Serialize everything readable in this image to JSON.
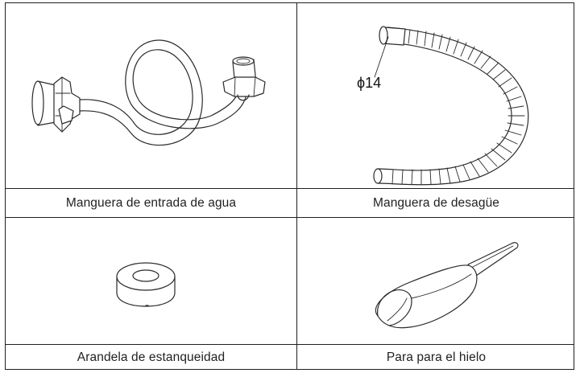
{
  "parts": [
    {
      "caption": "Manguera de entrada de agua",
      "illustration": "inlet-hose"
    },
    {
      "caption": "Manguera de desagüe",
      "illustration": "drain-hose",
      "annotation": "ϕ14"
    },
    {
      "caption": "Arandela de estanqueidad",
      "illustration": "sealing-washer"
    },
    {
      "caption": "Para para el hielo",
      "illustration": "ice-scoop"
    }
  ]
}
